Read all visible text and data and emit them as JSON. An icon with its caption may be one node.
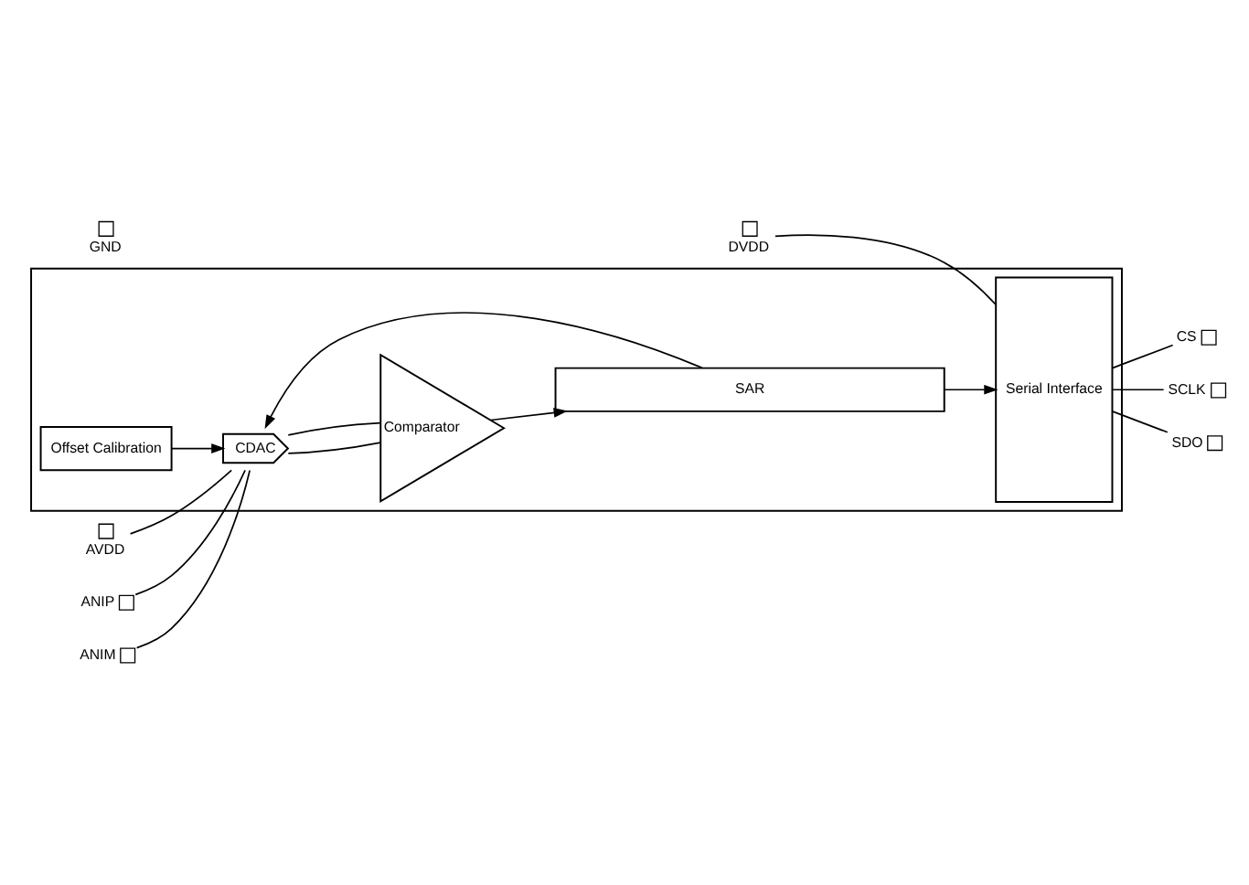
{
  "diagram": {
    "nodes": [
      {
        "text": [],
        "shape": "box"
      },
      {
        "text": [
          "CDAC"
        ],
        "in": 0
      },
      {
        "text": [
          "Comparator"
        ],
        "in": 0
      },
      {
        "text": [
          "Offset Calibration"
        ],
        "in": 0
      },
      {
        "text": [
          "SAR"
        ],
        "in": 0
      },
      {
        "text": [
          "Serial Interface"
        ],
        "in": 0
      },
      {
        "text": [],
        "shape": "box",
        "beside": [
          "AVDD"
        ]
      },
      {
        "text": [],
        "shape": "box",
        "beside": [
          "GND"
        ]
      },
      {
        "text": [],
        "shape": "box",
        "beside": [
          "DVDD"
        ]
      },
      {
        "text": [],
        "shape": "box",
        "beside": [
          "ANIP"
        ]
      },
      {
        "text": [],
        "shape": "box",
        "beside": [
          "ANIM"
        ]
      },
      {
        "text": [],
        "shape": "box",
        "beside": [
          "CS"
        ]
      },
      {
        "text": [],
        "shape": "box",
        "beside": [
          "SCLK"
        ]
      },
      {
        "text": [],
        "shape": "box",
        "beside": [
          "SDO"
        ]
      }
    ],
    "edges": [
      {
        "from": 6,
        "to": 1,
        "arrow": "none"
      },
      {
        "from": 9,
        "to": 1,
        "arrow": "none"
      },
      {
        "from": 10,
        "to": 1,
        "arrow": "none"
      },
      {
        "from": 3,
        "to": 1,
        "arrow": "to"
      },
      {
        "from": 1,
        "to": 2,
        "arrow": "none"
      },
      {
        "from": 1,
        "to": 2,
        "arrow": "none"
      },
      {
        "from": 2,
        "to": 4,
        "arrow": "to"
      },
      {
        "from": 4,
        "to": 1,
        "arrow": "to"
      },
      {
        "from": 4,
        "to": 5,
        "arrow": "to"
      },
      {
        "from": 8,
        "to": 5,
        "arrow": "none"
      },
      {
        "from": 5,
        "to": 11,
        "arrow": "none"
      },
      {
        "from": 5,
        "to": 12,
        "arrow": "none"
      },
      {
        "from": 5,
        "to": 13,
        "arrow": "none"
      }
    ]
  }
}
